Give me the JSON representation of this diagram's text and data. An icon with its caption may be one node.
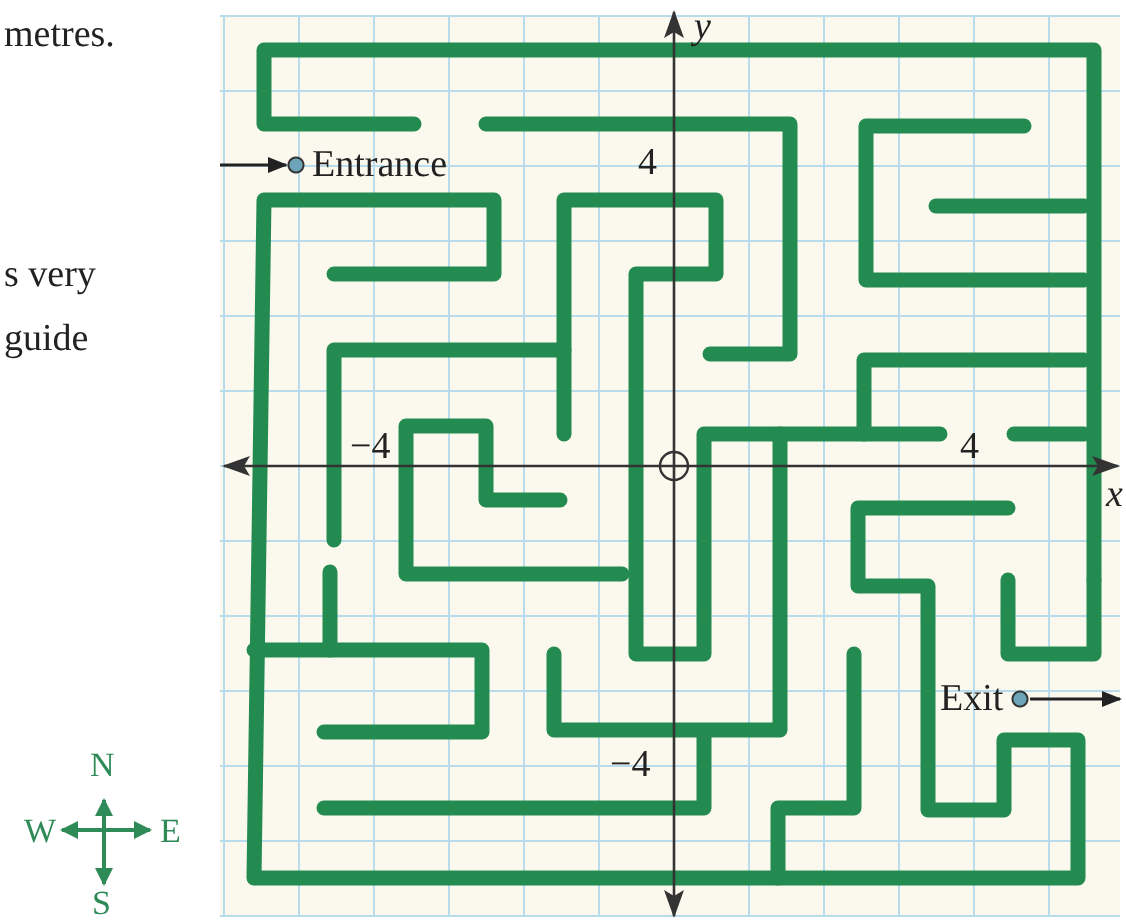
{
  "diagram": {
    "nodes": [
      {
        "text": [
          "Entrance"
        ]
      },
      {
        "text": [
          "Exit"
        ]
      }
    ],
    "edges": [
      {
        "from": null,
        "to": 0,
        "arrow": "to"
      },
      {
        "from": 1,
        "to": null,
        "arrow": "to"
      }
    ],
    "labels": [
      "metres.",
      "s very",
      "guide",
      "4",
      "−4",
      "4",
      "−4",
      "x",
      "y",
      "N",
      "W",
      "E",
      "S"
    ]
  }
}
